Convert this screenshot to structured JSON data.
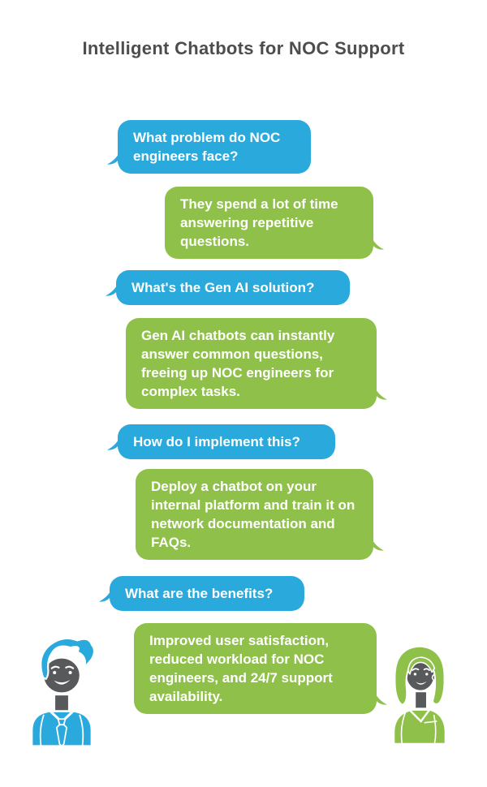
{
  "title": "Intelligent Chatbots for NOC Support",
  "colors": {
    "blue": "#2AA9DC",
    "green": "#8FC14A",
    "title_gray": "#4D4D4D",
    "bubble_text": "#FFFFFF",
    "avatar_gray": "#58595B",
    "background": "#FFFFFF"
  },
  "conversation": [
    {
      "role": "question",
      "text": "What problem do NOC engineers face?"
    },
    {
      "role": "answer",
      "text": "They spend a lot of time answering repetitive questions."
    },
    {
      "role": "question",
      "text": "What's the Gen AI solution?"
    },
    {
      "role": "answer",
      "text": "Gen AI chatbots can instantly answer common questions, freeing up NOC engineers for complex tasks."
    },
    {
      "role": "question",
      "text": "How do I implement this?"
    },
    {
      "role": "answer",
      "text": "Deploy a chatbot on your internal platform and train it on network documentation and FAQs."
    },
    {
      "role": "question",
      "text": "What are the benefits?"
    },
    {
      "role": "answer",
      "text": "Improved user satisfaction, reduced workload for NOC engineers, and 24/7 support availability."
    }
  ],
  "avatars": {
    "left": "man-avatar",
    "right": "woman-avatar"
  }
}
